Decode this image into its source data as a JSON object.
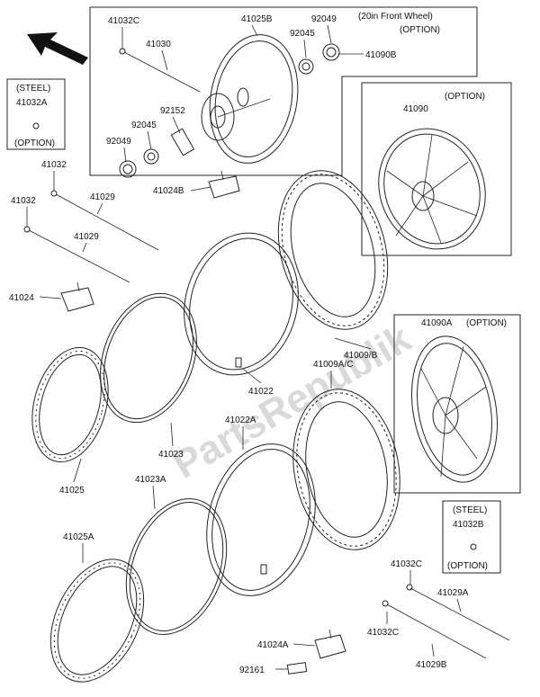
{
  "watermark": "PartsRepublik",
  "boxes": {
    "front_wheel": {
      "title": "(20in Front Wheel)",
      "subtitle": "(OPTION)"
    },
    "option_41090": {
      "title": "(OPTION)"
    },
    "option_41090a": {
      "title": "(OPTION)"
    },
    "steel_41032a": {
      "title": "(STEEL)",
      "part": "41032A",
      "subtitle": "(OPTION)"
    },
    "steel_41032b": {
      "title": "(STEEL)",
      "part": "41032B",
      "subtitle": "(OPTION)"
    }
  },
  "labels": {
    "p41032c_top": "41032C",
    "p41025b": "41025B",
    "p92049_top": "92049",
    "p41030": "41030",
    "p92045_top": "92045",
    "p41090b": "41090B",
    "p92152": "92152",
    "p92045_mid": "92045",
    "p92049_mid": "92049",
    "p41024b": "41024B",
    "p41090": "41090",
    "p41032_a": "41032",
    "p41032_b": "41032",
    "p41029_a": "41029",
    "p41029_b": "41029",
    "p41024": "41024",
    "p41009b": "41009/B",
    "p41090a": "41090A",
    "p41009ac": "41009A/C",
    "p41022": "41022",
    "p41023": "41023",
    "p41025": "41025",
    "p41022a": "41022A",
    "p41023a": "41023A",
    "p41025a": "41025A",
    "p41032c_r1": "41032C",
    "p41029a": "41029A",
    "p41032c_r2": "41032C",
    "p41029b": "41029B",
    "p41024a": "41024A",
    "p92161": "92161"
  }
}
